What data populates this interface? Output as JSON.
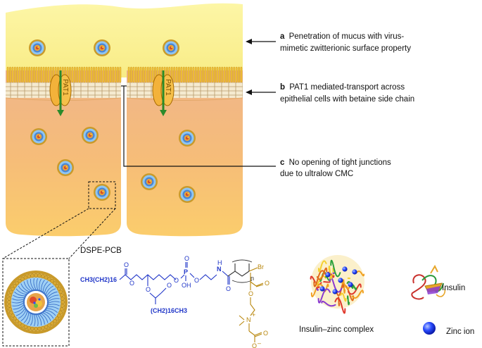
{
  "labels": {
    "a_letter": "a",
    "a_line1": "Penetration of mucus with virus-",
    "a_line2": "mimetic zwitterionic surface property",
    "b_letter": "b",
    "b_line1": "PAT1 mediated-transport across",
    "b_line2": "epithelial cells with betaine side chain",
    "c_letter": "c",
    "c_line1": "No opening of tight junctions",
    "c_line2": "due to ultralow CMC"
  },
  "transporter": {
    "name": "PAT1"
  },
  "chemistry": {
    "title": "DSPE-PCB",
    "tail1": "CH3(CH2)16",
    "tail2": "(CH2)16CH3",
    "phosphate_P": "P",
    "phosphate_OH": "OH",
    "amide_N": "N",
    "amide_H": "H",
    "bromide": "Br",
    "repeat_n": "n",
    "amine_N": "N",
    "charge_plus": "+",
    "charge_minus": "–",
    "oxygen": "O"
  },
  "legend": {
    "complex": "Insulin–zinc complex",
    "insulin": "Insulin",
    "zinc": "Zinc ion"
  },
  "colors": {
    "mucus": "#fbf29a",
    "cell_top": "#f2b77d",
    "cell_bottom": "#f9bf6f",
    "nanoparticle_shell": "#c79a2b",
    "nanoparticle_core": "#4a8fd8",
    "zinc": "#1f3ef5",
    "arrow_green": "#2a8a2a"
  }
}
